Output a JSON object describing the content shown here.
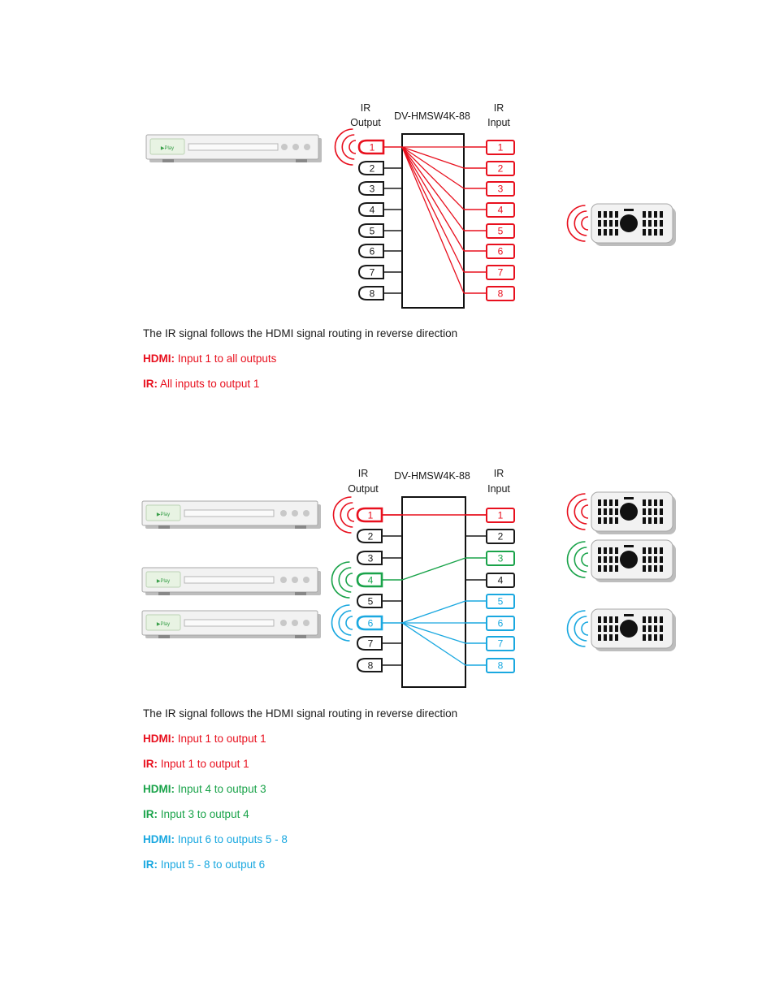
{
  "colors": {
    "red": "#e8101e",
    "green": "#1aa34a",
    "blue": "#1aa8e0",
    "black": "#1a1a1a"
  },
  "diagram1": {
    "ir_output_label": [
      "IR",
      "Output"
    ],
    "ir_input_label": [
      "IR",
      "Input"
    ],
    "switcher_label": "DV-HMSW4K-88",
    "output_ports": [
      "1",
      "2",
      "3",
      "4",
      "5",
      "6",
      "7",
      "8"
    ],
    "input_ports": [
      "1",
      "2",
      "3",
      "4",
      "5",
      "6",
      "7",
      "8"
    ],
    "player_label": "▶Play",
    "captions": [
      {
        "color": "black",
        "bold": "",
        "text": "The IR signal follows the HDMI signal routing in reverse direction"
      },
      {
        "color": "red",
        "bold": "HDMI:",
        "text": " Input 1 to all outputs"
      },
      {
        "color": "red",
        "bold": "IR:",
        "text": " All inputs to output 1"
      }
    ]
  },
  "diagram2": {
    "ir_output_label": [
      "IR",
      "Output"
    ],
    "ir_input_label": [
      "IR",
      "Input"
    ],
    "switcher_label": "DV-HMSW4K-88",
    "output_ports": [
      "1",
      "2",
      "3",
      "4",
      "5",
      "6",
      "7",
      "8"
    ],
    "input_ports": [
      "1",
      "2",
      "3",
      "4",
      "5",
      "6",
      "7",
      "8"
    ],
    "player_label": "▶Play",
    "captions": [
      {
        "color": "black",
        "bold": "",
        "text": "The IR signal follows the HDMI signal routing in reverse direction"
      },
      {
        "color": "red",
        "bold": "HDMI:",
        "text": " Input 1 to output 1"
      },
      {
        "color": "red",
        "bold": "IR:",
        "text": " Input 1 to output 1"
      },
      {
        "color": "green",
        "bold": "HDMI:",
        "text": " Input 4 to output 3"
      },
      {
        "color": "green",
        "bold": "IR:",
        "text": " Input 3 to output 4"
      },
      {
        "color": "blue",
        "bold": "HDMI:",
        "text": " Input 6 to outputs 5 - 8"
      },
      {
        "color": "blue",
        "bold": "IR:",
        "text": " Input 5 - 8 to output 6"
      }
    ]
  }
}
